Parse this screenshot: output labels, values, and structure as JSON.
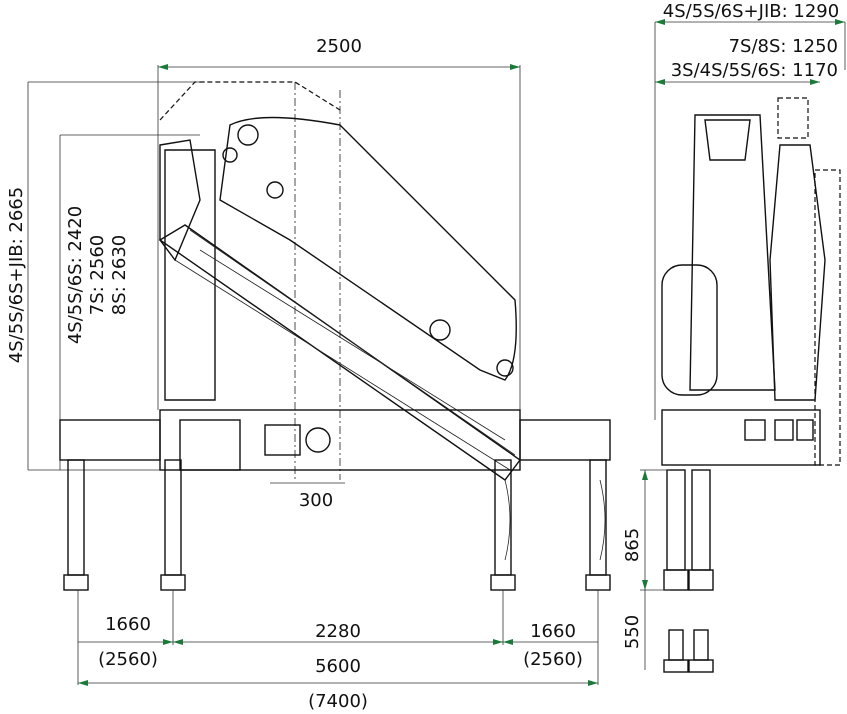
{
  "side_view": {
    "width_dim": "2500",
    "height_jib": "4S/5S/6S+JIB: 2665",
    "height_456": "4S/5S/6S: 2420",
    "height_7s": "7S: 2560",
    "height_8s": "8S: 2630",
    "offset_dim": "300",
    "outrigger_left": "1660",
    "outrigger_center": "2280",
    "outrigger_right": "1660",
    "outrigger_left_ext": "(2560)",
    "outrigger_right_ext": "(2560)",
    "total_span": "5600",
    "total_span_ext": "(7400)"
  },
  "end_view": {
    "width_jib": "4S/5S/6S+JIB: 1290",
    "width_78": "7S/8S: 1250",
    "width_3456": "3S/4S/5S/6S: 1170",
    "leg_height": "865",
    "leg_stroke": "550"
  }
}
